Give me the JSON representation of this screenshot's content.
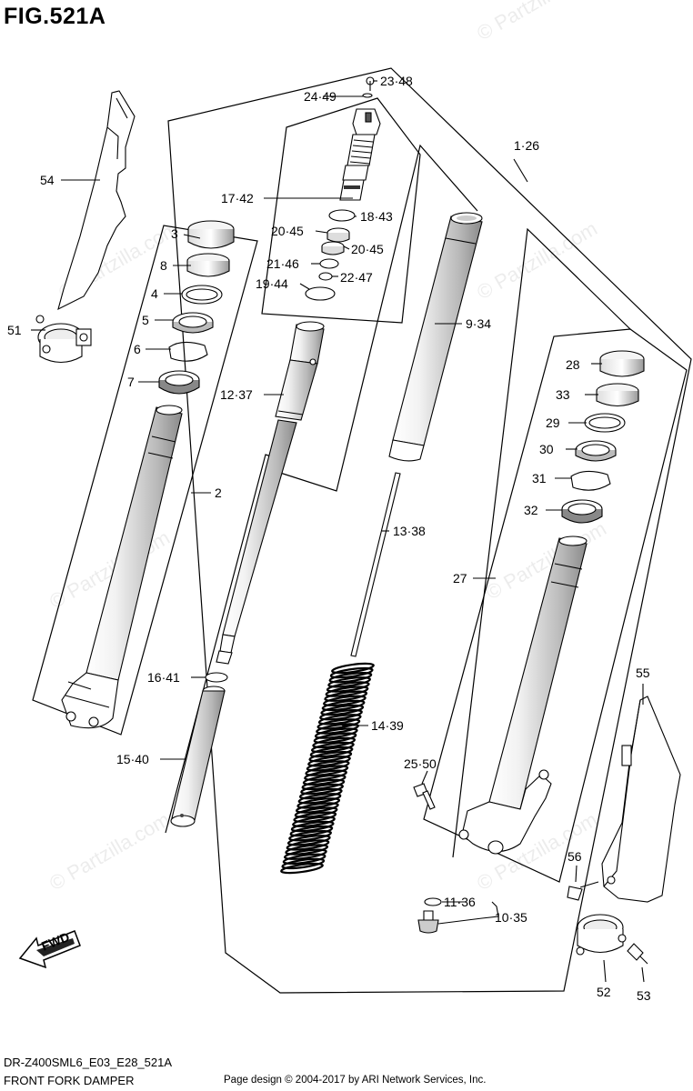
{
  "title": "FIG.521A",
  "watermark": "© Partzilla.com",
  "fwd_label": "FWD",
  "footer": {
    "model_code": "DR-Z400SML6_E03_E28_521A",
    "section_name": "FRONT FORK DAMPER",
    "copyright": "Page design © 2004-2017 by ARI Network Services, Inc."
  },
  "callouts": {
    "c1": "1·26",
    "c2": "2",
    "c3": "3",
    "c4": "4",
    "c5": "5",
    "c6": "6",
    "c7": "7",
    "c8": "8",
    "c9": "9·34",
    "c10": "10·35",
    "c11": "11·36",
    "c12": "12·37",
    "c13": "13·38",
    "c14": "14·39",
    "c15": "15·40",
    "c16": "16·41",
    "c17": "17·42",
    "c18": "18·43",
    "c19": "19·44",
    "c20a": "20·45",
    "c20b": "20·45",
    "c21": "21·46",
    "c22": "22·47",
    "c23": "23·48",
    "c24": "24·49",
    "c25": "25·50",
    "c27": "27",
    "c28": "28",
    "c29": "29",
    "c30": "30",
    "c31": "31",
    "c32": "32",
    "c33": "33",
    "c51": "51",
    "c52": "52",
    "c53": "53",
    "c54": "54",
    "c55": "55",
    "c56": "56"
  }
}
